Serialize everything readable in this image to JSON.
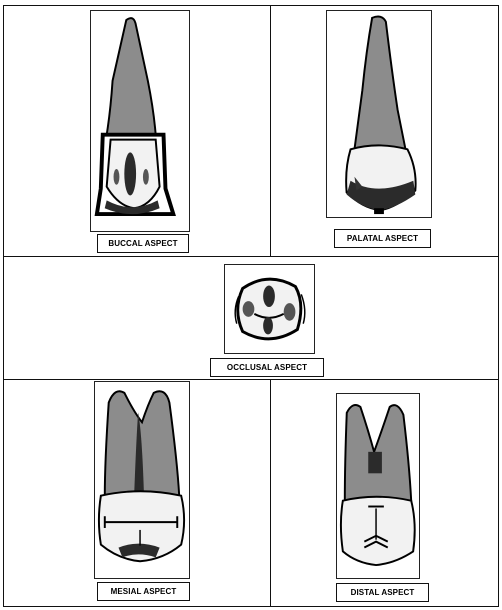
{
  "panels": {
    "buccal": {
      "label": "BUCCAL ASPECT"
    },
    "palatal": {
      "label": "PALATAL ASPECT"
    },
    "occlusal": {
      "label": "OCCLUSAL ASPECT"
    },
    "mesial": {
      "label": "MESIAL ASPECT"
    },
    "distal": {
      "label": "DISTAL ASPECT"
    }
  },
  "colors": {
    "root": "#8c8c8c",
    "outline": "#000000",
    "dark": "#2b2b2b",
    "crown": "#f2f2f2"
  }
}
